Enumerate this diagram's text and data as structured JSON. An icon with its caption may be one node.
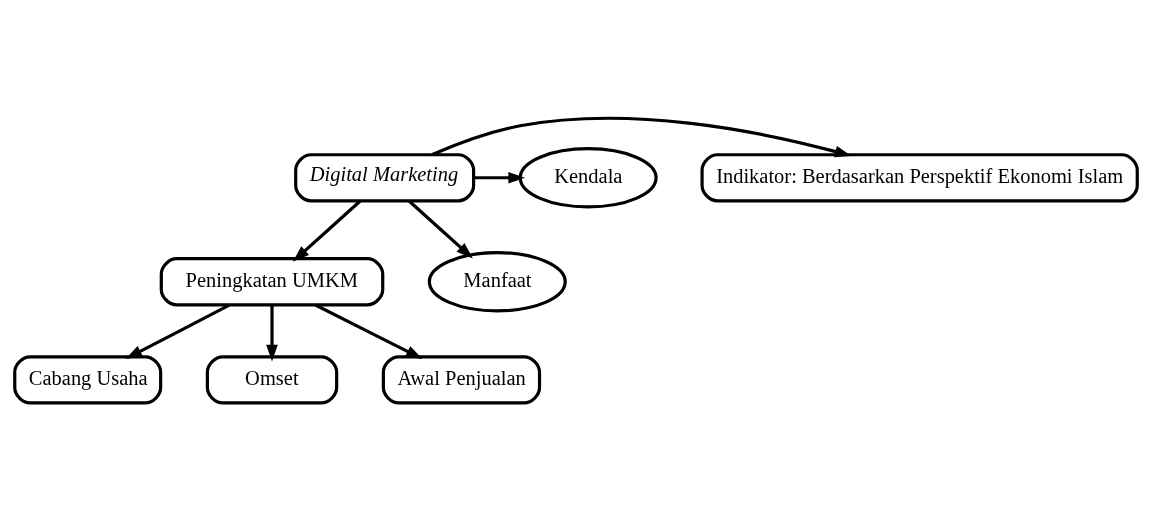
{
  "diagram": {
    "nodes": [
      {
        "text": [
          "Indikator: Berdasarkan Perspektif Ekonomi Islam"
        ]
      },
      {
        "text": [
          "Digital Marketing"
        ]
      },
      {
        "text": [
          "Kendala"
        ]
      },
      {
        "text": [
          "Peningkatan UMKM"
        ]
      },
      {
        "text": [
          "Manfaat"
        ]
      },
      {
        "text": [
          "Cabang Usaha"
        ]
      },
      {
        "text": [
          "Omset"
        ]
      },
      {
        "text": [
          "Awal Penjualan"
        ]
      }
    ],
    "edges": [
      {
        "from": 1,
        "to": 0,
        "arrow": "to"
      },
      {
        "from": 1,
        "to": 2,
        "arrow": "to"
      },
      {
        "from": 1,
        "to": 4,
        "arrow": "to"
      },
      {
        "from": 1,
        "to": 3,
        "arrow": "to"
      },
      {
        "from": 3,
        "to": 5,
        "arrow": "to"
      },
      {
        "from": 3,
        "to": 6,
        "arrow": "to"
      },
      {
        "from": 3,
        "to": 7,
        "arrow": "to"
      }
    ]
  }
}
